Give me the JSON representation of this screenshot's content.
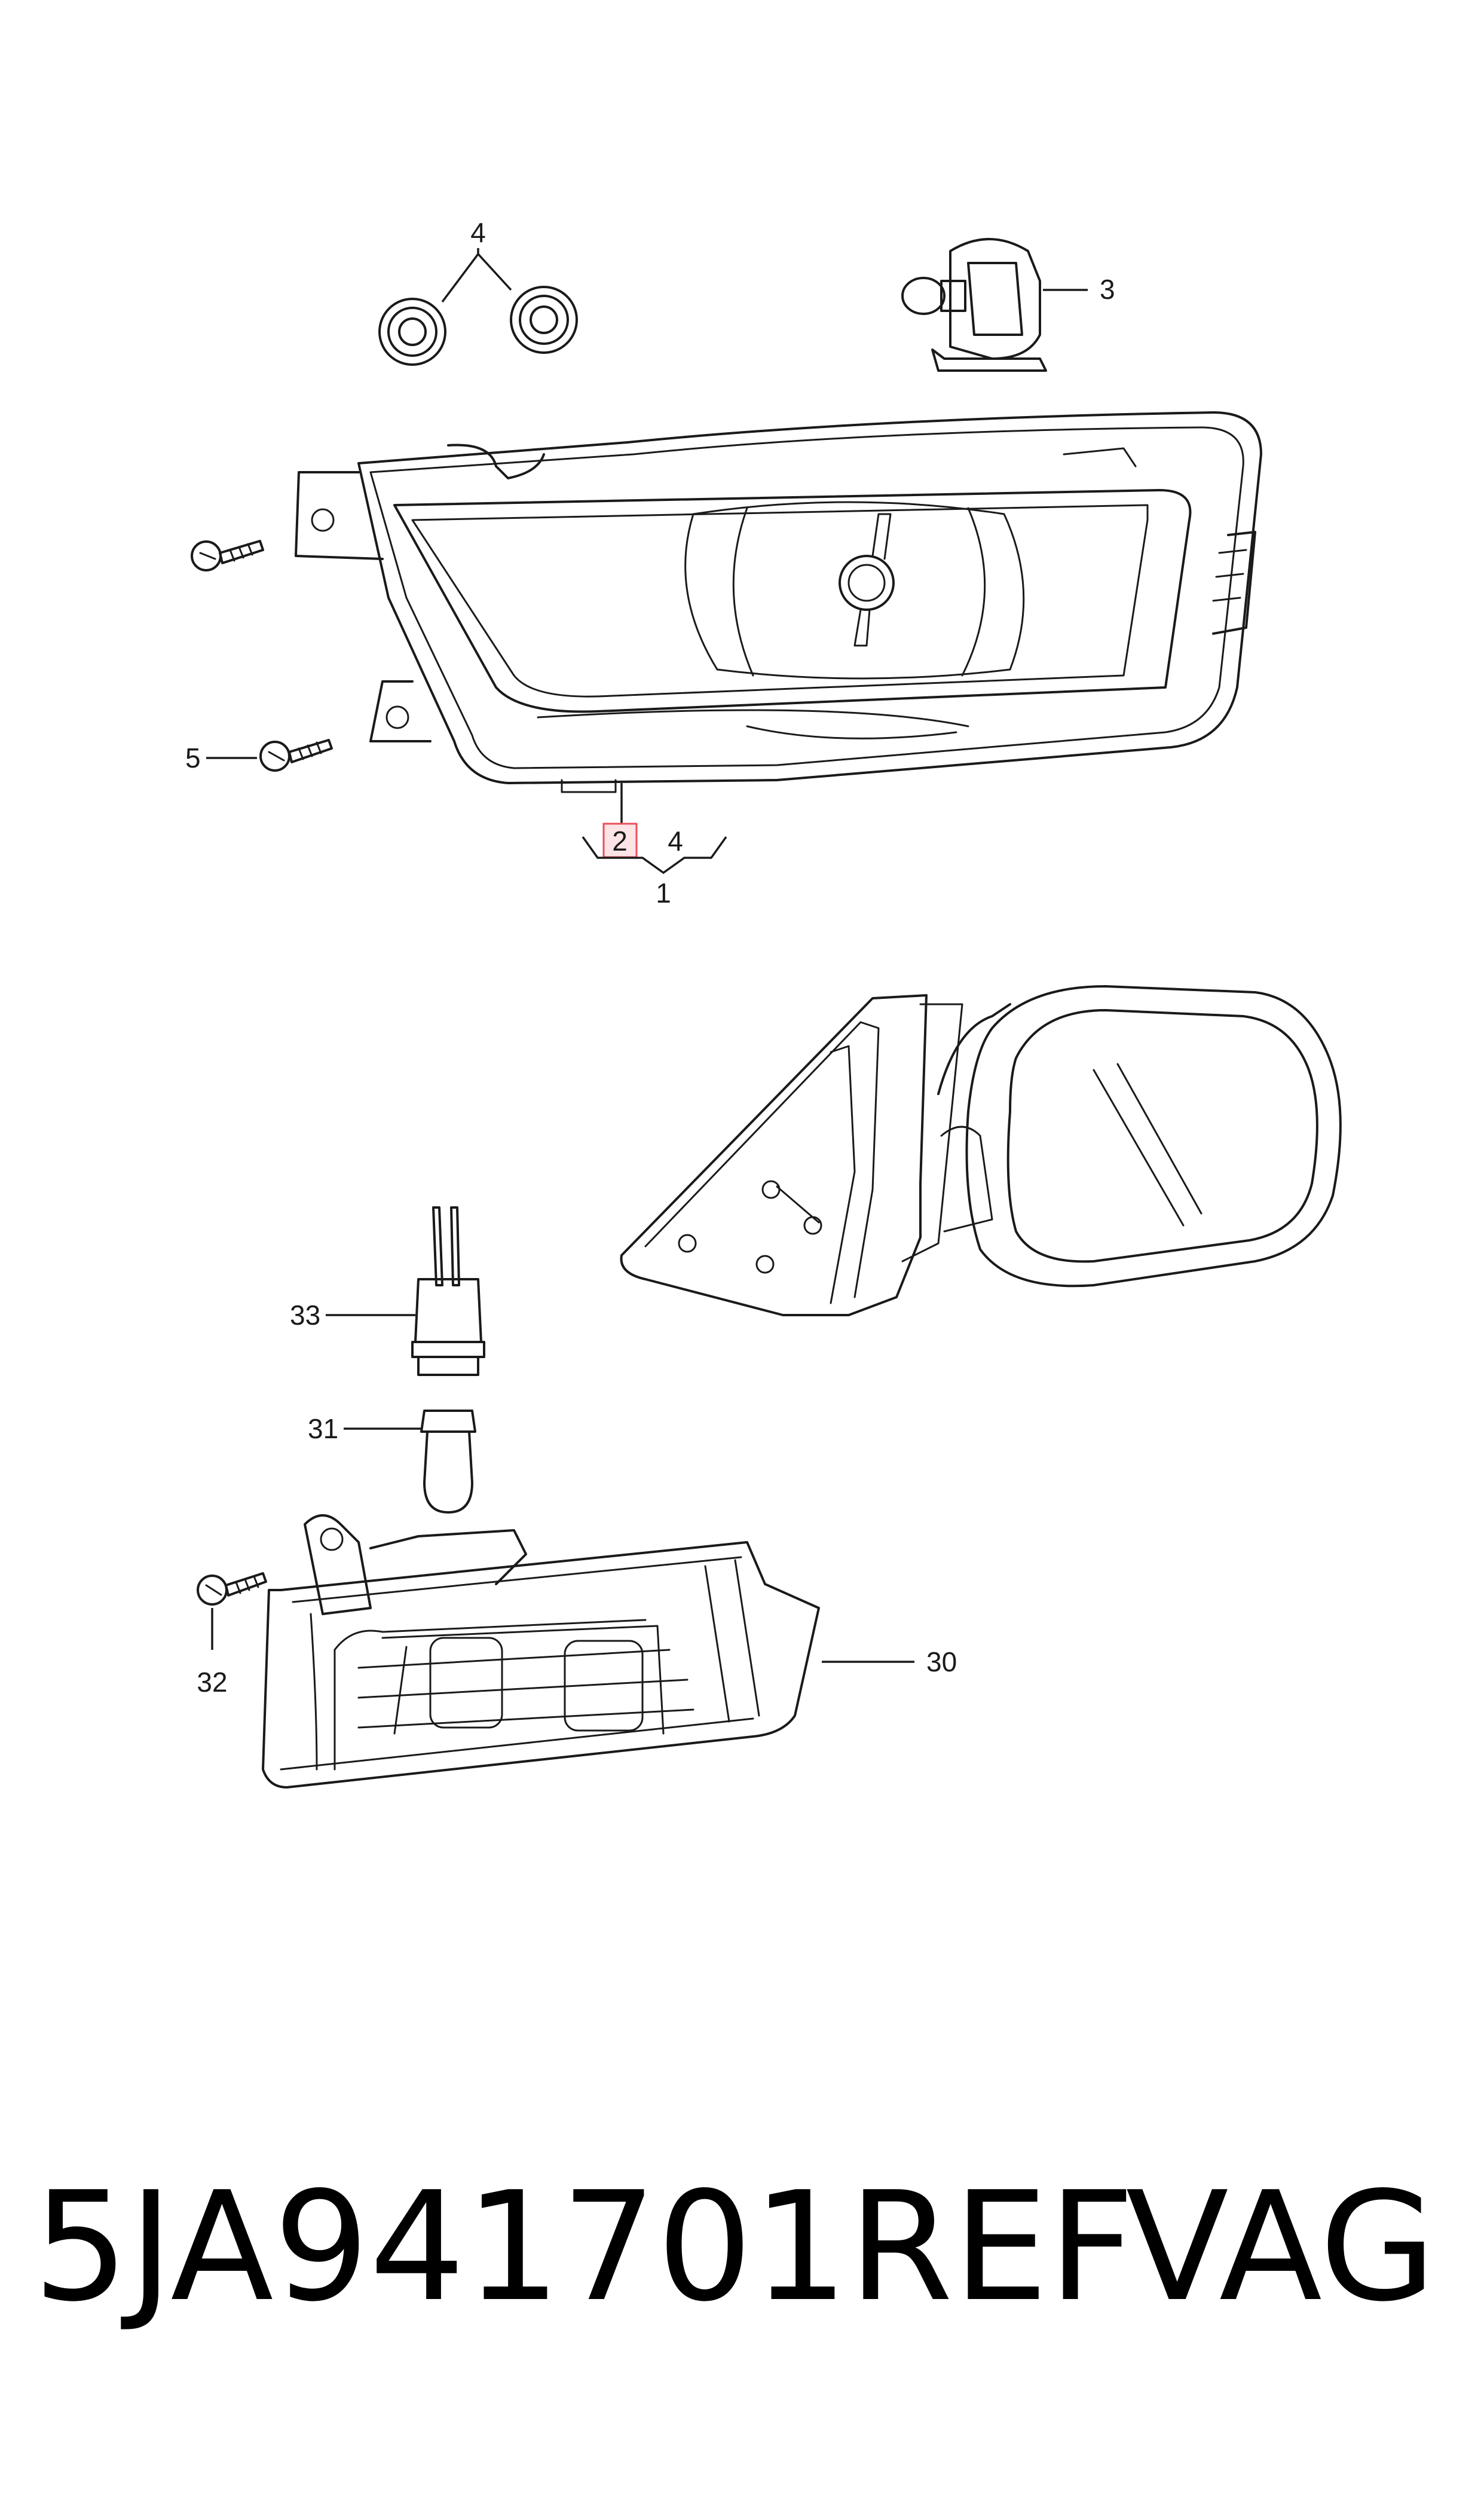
{
  "diagram": {
    "labels": {
      "fog_lamp_assembly": "1",
      "fog_lamp_housing": "2",
      "bulb": "3",
      "grommets": "4",
      "grommet_bracket": "4",
      "screw_lower": "5",
      "turn_signal": "30",
      "signal_bulb": "31",
      "screw_signal": "32",
      "bulb_socket": "33"
    },
    "highlight_color": "#e8505b"
  },
  "footer": {
    "part_number": "5JA941701REF",
    "brand": "VAG"
  }
}
